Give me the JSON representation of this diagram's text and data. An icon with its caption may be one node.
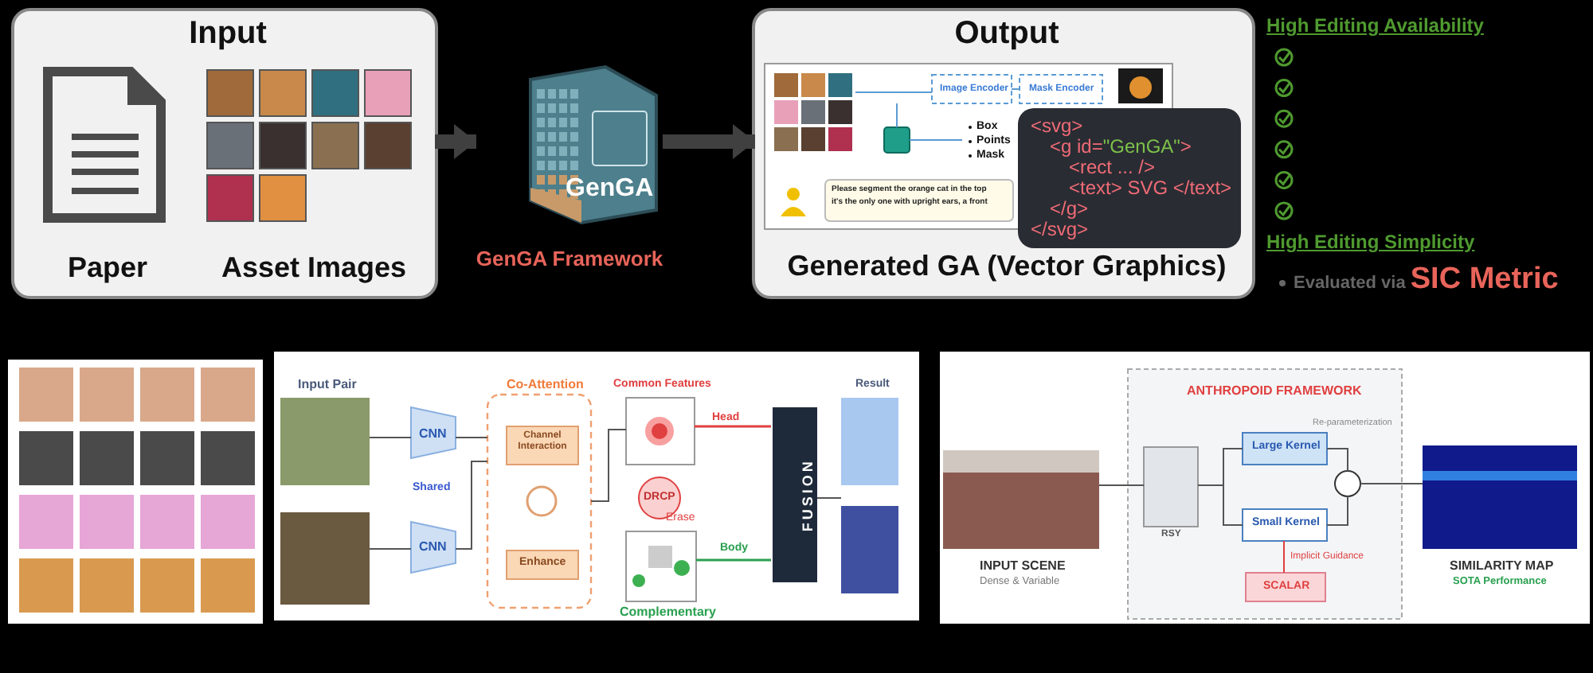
{
  "diagram": {
    "nodes": [
      {
        "text": [
          "Input"
        ]
      },
      {
        "text": [
          "Paper"
        ],
        "in": 0
      },
      {
        "text": [
          "Asset Images"
        ],
        "in": 0
      },
      {
        "text": [
          "GenGA",
          "GenGA Framework"
        ]
      },
      {
        "text": [
          "Output",
          "Generated GA (Vector Graphics)"
        ]
      },
      {
        "text": [
          "<svg>",
          "<g id=\"GenGA\">",
          "<rect ... />",
          "<text> SVG </text>",
          "</g>",
          "</svg>"
        ],
        "in": 4
      }
    ],
    "edges": [
      {
        "from": 0,
        "to": 3,
        "arrow": "to"
      },
      {
        "from": 3,
        "to": 4,
        "arrow": "to"
      }
    ],
    "labels": [
      "Image Encoder",
      "Mask Encoder",
      "Box",
      "Points",
      "Mask",
      "Please segment the orange cat in the top",
      "it's the only one with upright ears, a front",
      "High Editing Availability",
      "High Editing Simplicity",
      "Evaluated via **SIC Metric**",
      "Input Pair",
      "Co-Attention",
      "Common Features",
      "Result",
      "Head",
      "CNN",
      "Channel Interaction",
      "Shared",
      "FUSION",
      "DRCP",
      "Erase",
      "CNN",
      "Body",
      "Enhance",
      "Complementary",
      "ANTHROPOID FRAMEWORK",
      "Re-parameterization",
      "Large Kernel",
      "RSY",
      "Small Kernel",
      "Implicit Guidance",
      "INPUT SCENE",
      "SIMILARITY MAP",
      "Dense & Variable",
      "SCALAR",
      "SOTA Performance"
    ]
  }
}
